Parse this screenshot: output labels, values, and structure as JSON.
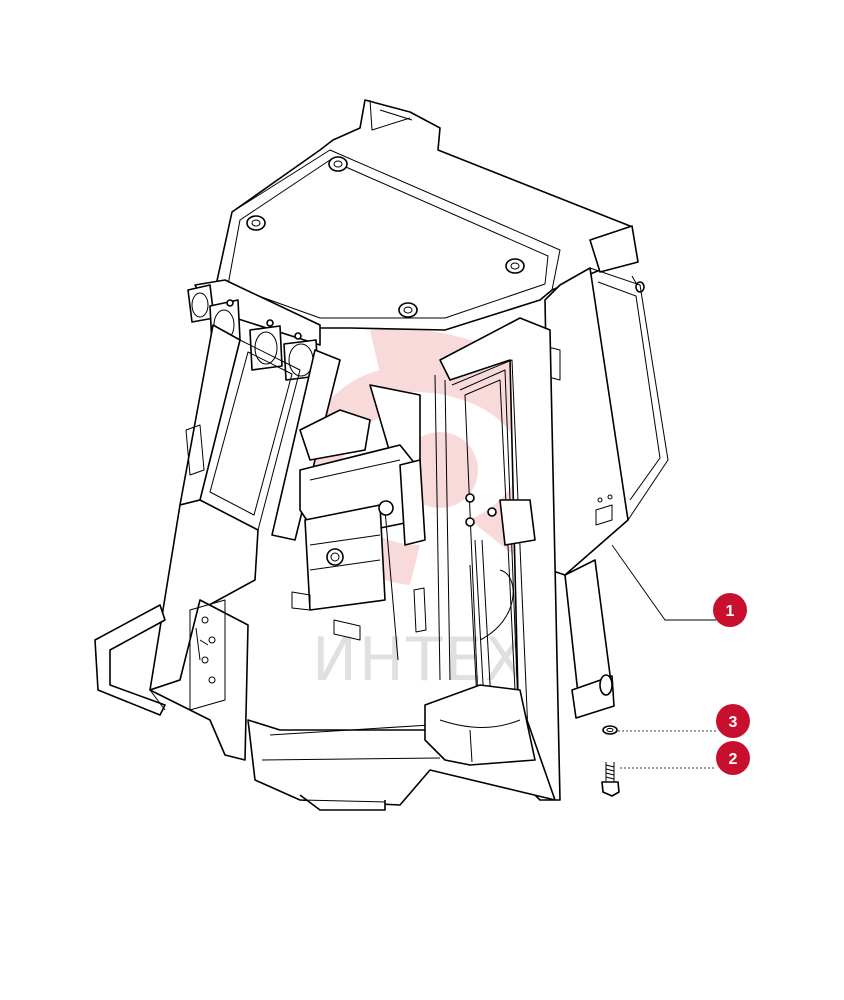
{
  "watermark": {
    "text": "ИНТЕХ",
    "color": "#d9363e"
  },
  "callouts": [
    {
      "number": "1",
      "color": "#c8102e"
    },
    {
      "number": "3",
      "color": "#c8102e"
    },
    {
      "number": "2",
      "color": "#c8102e"
    }
  ]
}
